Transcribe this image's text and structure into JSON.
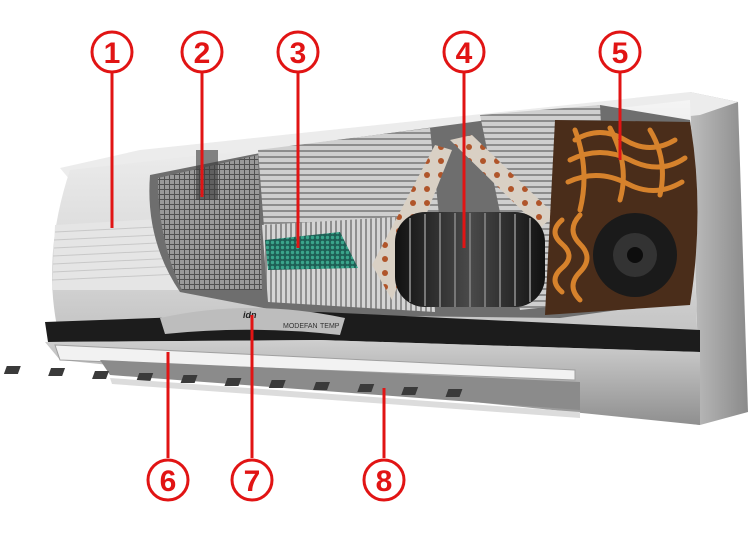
{
  "diagram": {
    "callouts": [
      {
        "label": "1",
        "part": "front-panel"
      },
      {
        "label": "2",
        "part": "air-filter"
      },
      {
        "label": "3",
        "part": "purifying-filter"
      },
      {
        "label": "4",
        "part": "fan-blower"
      },
      {
        "label": "5",
        "part": "evaporator-coil"
      },
      {
        "label": "6",
        "part": "louver-flap"
      },
      {
        "label": "7",
        "part": "control-panel"
      },
      {
        "label": "8",
        "part": "air-outlet-vanes"
      }
    ],
    "panel": {
      "logo": "idn",
      "button_labels": [
        "MODE",
        "FAN",
        "TEMP"
      ]
    },
    "colors": {
      "callout": "#e11414",
      "body": "#d9d9d9",
      "copper": "#d6822c",
      "filter_green": "#2f8f7a"
    }
  }
}
